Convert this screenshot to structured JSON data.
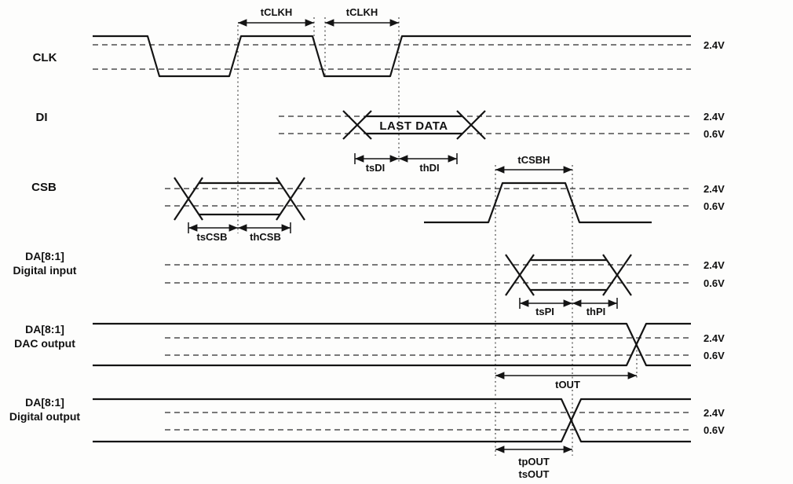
{
  "diagram": {
    "background": "#fdfdfc",
    "line_color": "#141414",
    "rows": {
      "clk": {
        "label": "CLK",
        "level_high": "2.4V"
      },
      "di": {
        "label": "DI",
        "bus_value": "LAST DATA",
        "level_high": "2.4V",
        "level_low": "0.6V"
      },
      "csb": {
        "label": "CSB",
        "level_high": "2.4V",
        "level_low": "0.6V"
      },
      "digital_input": {
        "label_line1": "DA[8:1]",
        "label_line2": "Digital input",
        "level_high": "2.4V",
        "level_low": "0.6V"
      },
      "dac_output": {
        "label_line1": "DA[8:1]",
        "label_line2": "DAC output",
        "level_high": "2.4V",
        "level_low": "0.6V"
      },
      "digital_output": {
        "label_line1": "DA[8:1]",
        "label_line2": "Digital output",
        "level_high": "2.4V",
        "level_low": "0.6V"
      }
    },
    "timings": {
      "tclkh_first": "tCLKH",
      "tclkh_second": "tCLKH",
      "tsdi": "tsDI",
      "thdi": "thDI",
      "tcsbh": "tCSBH",
      "tscsb": "tsCSB",
      "thcsb": "thCSB",
      "tspi": "tsPI",
      "thpi": "thPI",
      "tout": "tOUT",
      "tpout": "tpOUT",
      "tsout": "tsOUT"
    }
  }
}
